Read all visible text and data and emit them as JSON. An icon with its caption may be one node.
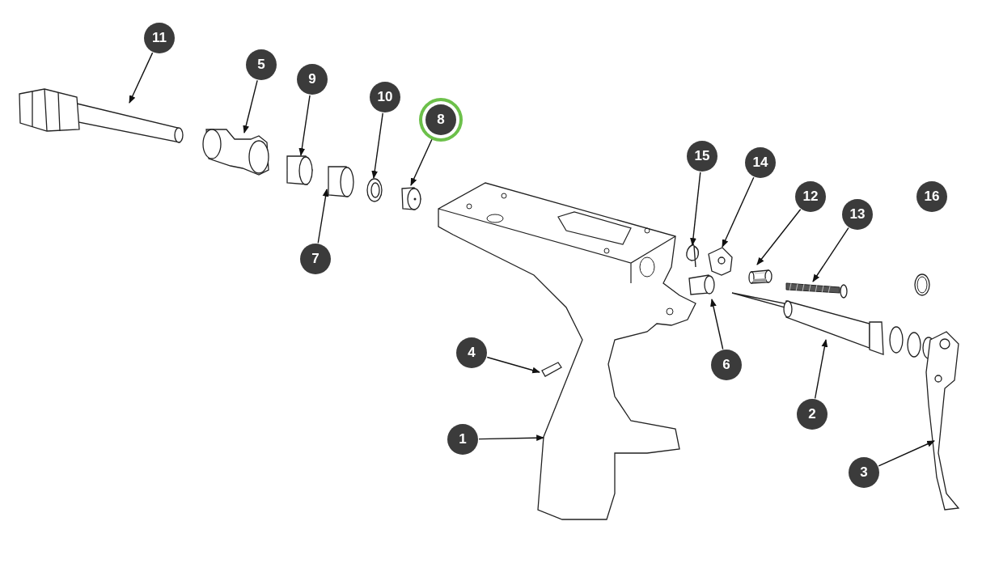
{
  "diagram": {
    "nodes": [
      {
        "text": [
          "11"
        ]
      },
      {
        "text": [
          "5"
        ]
      },
      {
        "text": [
          "9"
        ]
      },
      {
        "text": [
          "10"
        ]
      },
      {
        "text": [
          "8"
        ]
      },
      {
        "text": [
          "15"
        ]
      },
      {
        "text": [
          "14"
        ]
      },
      {
        "text": [
          "12"
        ]
      },
      {
        "text": [
          "13"
        ]
      },
      {
        "text": [
          "7"
        ]
      },
      {
        "text": [
          "6"
        ]
      },
      {
        "text": [
          "4"
        ]
      },
      {
        "text": [
          "2"
        ]
      },
      {
        "text": [
          "1"
        ]
      },
      {
        "text": [
          "3"
        ]
      },
      {
        "text": [],
        "shape": "picture"
      },
      {
        "text": [],
        "shape": "picture"
      },
      {
        "text": [],
        "shape": "picture"
      },
      {
        "text": [],
        "shape": "picture"
      },
      {
        "text": [],
        "shape": "picture"
      },
      {
        "text": [],
        "shape": "picture"
      },
      {
        "text": [],
        "shape": "picture"
      },
      {
        "text": [],
        "shape": "picture"
      },
      {
        "text": [],
        "shape": "picture"
      },
      {
        "text": [],
        "shape": "picture"
      },
      {
        "text": [],
        "shape": "picture"
      },
      {
        "text": [],
        "shape": "picture"
      },
      {
        "text": [],
        "shape": "picture"
      },
      {
        "text": [],
        "shape": "picture"
      },
      {
        "text": [],
        "shape": "picture"
      },
      {
        "text": [
          "16"
        ]
      }
    ],
    "edges": [
      {
        "from": 0,
        "to": 15,
        "arrow": "to"
      },
      {
        "from": 1,
        "to": 16,
        "arrow": "to"
      },
      {
        "from": 2,
        "to": 17,
        "arrow": "to"
      },
      {
        "from": 3,
        "to": 18,
        "arrow": "to"
      },
      {
        "from": 4,
        "to": 19,
        "arrow": "to"
      },
      {
        "from": 5,
        "to": 20,
        "arrow": "to"
      },
      {
        "from": 6,
        "to": 21,
        "arrow": "to"
      },
      {
        "from": 7,
        "to": 22,
        "arrow": "to"
      },
      {
        "from": 8,
        "to": 23,
        "arrow": "to"
      },
      {
        "from": 9,
        "to": 24,
        "arrow": "to"
      },
      {
        "from": 10,
        "to": 25,
        "arrow": "to"
      },
      {
        "from": 11,
        "to": 26,
        "arrow": "to"
      },
      {
        "from": 12,
        "to": 27,
        "arrow": "to"
      },
      {
        "from": 13,
        "to": 28,
        "arrow": "to"
      },
      {
        "from": 14,
        "to": 29,
        "arrow": "to"
      }
    ]
  }
}
